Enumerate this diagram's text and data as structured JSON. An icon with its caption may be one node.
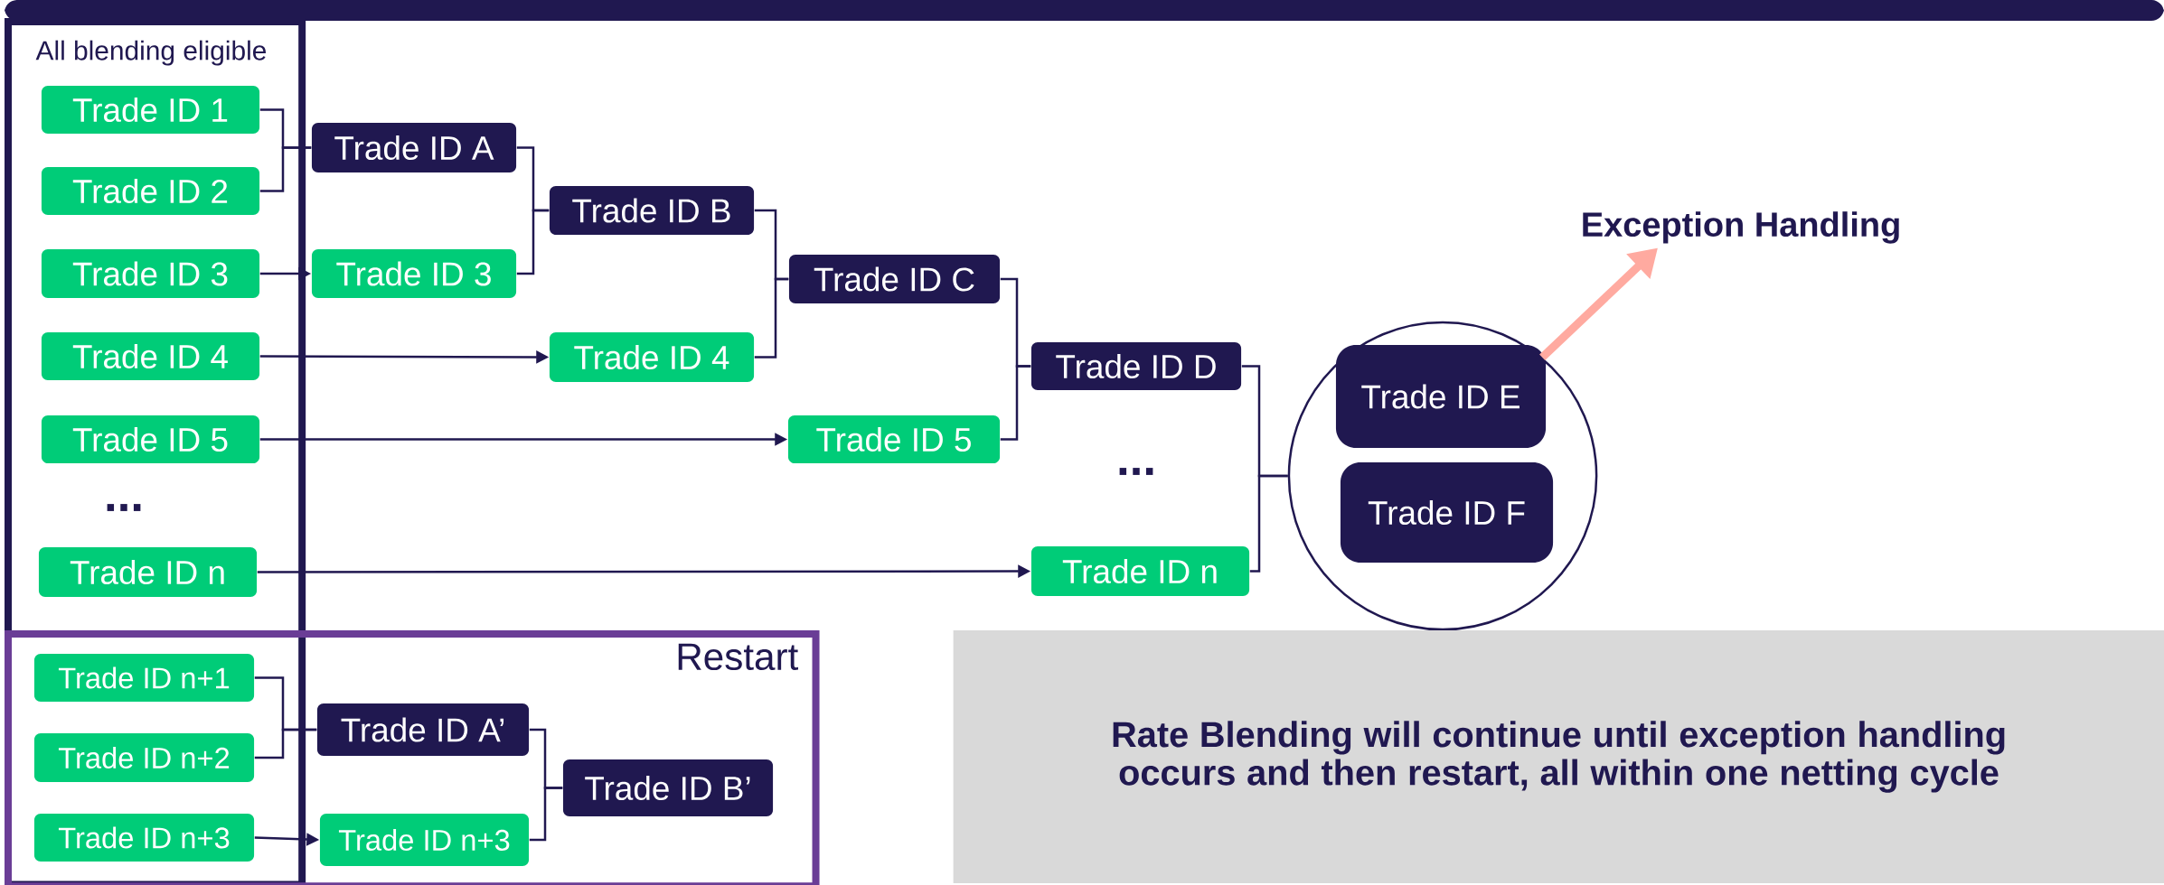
{
  "diagram": {
    "nodes": [
      {
        "text": [
          "All blending eligible"
        ]
      },
      {
        "text": [
          "Restart"
        ]
      },
      {
        "text": [
          "Trade ID 1"
        ],
        "in": 0
      },
      {
        "text": [
          "Trade ID 2"
        ],
        "in": 0
      },
      {
        "text": [
          "Trade ID 3"
        ],
        "in": 0
      },
      {
        "text": [
          "Trade ID 4"
        ],
        "in": 0
      },
      {
        "text": [
          "Trade ID 5"
        ],
        "in": 0
      },
      {
        "text": [
          "Trade ID n"
        ],
        "in": 0
      },
      {
        "text": [
          "Trade ID A"
        ]
      },
      {
        "text": [
          "Trade ID 3"
        ]
      },
      {
        "text": [
          "Trade ID B"
        ]
      },
      {
        "text": [
          "Trade ID 4"
        ]
      },
      {
        "text": [
          "Trade ID C"
        ]
      },
      {
        "text": [
          "Trade ID 5"
        ]
      },
      {
        "text": [
          "Trade ID D"
        ]
      },
      {
        "text": [
          "Trade ID n"
        ]
      },
      {
        "text": [],
        "shape": "circle"
      },
      {
        "text": [
          "Trade ID E"
        ],
        "in": 16
      },
      {
        "text": [
          "Trade ID F"
        ],
        "in": 16
      },
      {
        "text": [
          "Exception Handling"
        ]
      },
      {
        "text": [
          "Trade ID n+1"
        ]
      },
      {
        "text": [
          "Trade ID n+2"
        ]
      },
      {
        "text": [
          "Trade ID n+3"
        ]
      },
      {
        "text": [
          "Trade ID A’"
        ],
        "in": 1
      },
      {
        "text": [
          "Trade ID n+3"
        ],
        "in": 1
      },
      {
        "text": [
          "Trade ID B’"
        ],
        "in": 1
      },
      {
        "text": [
          "Rate Blending will continue until exception handling occurs and then restart, all within one netting cycle"
        ]
      }
    ],
    "edges": [
      {
        "from": 2,
        "to": 8,
        "arrow": "none"
      },
      {
        "from": 3,
        "to": 8,
        "arrow": "none"
      },
      {
        "from": 4,
        "to": 9,
        "arrow": "to"
      },
      {
        "from": 8,
        "to": 10,
        "arrow": "none"
      },
      {
        "from": 9,
        "to": 10,
        "arrow": "none"
      },
      {
        "from": 5,
        "to": 11,
        "arrow": "to"
      },
      {
        "from": 10,
        "to": 12,
        "arrow": "none"
      },
      {
        "from": 11,
        "to": 12,
        "arrow": "none"
      },
      {
        "from": 6,
        "to": 13,
        "arrow": "to"
      },
      {
        "from": 12,
        "to": 14,
        "arrow": "none"
      },
      {
        "from": 13,
        "to": 14,
        "arrow": "none"
      },
      {
        "from": 7,
        "to": 15,
        "arrow": "to"
      },
      {
        "from": 14,
        "to": 16,
        "arrow": "none"
      },
      {
        "from": 15,
        "to": 16,
        "arrow": "none"
      },
      {
        "from": 16,
        "to": 19,
        "arrow": "to",
        "style": "thick",
        "color": "#ffaaa0"
      },
      {
        "from": 20,
        "to": 23,
        "arrow": "none"
      },
      {
        "from": 21,
        "to": 23,
        "arrow": "none"
      },
      {
        "from": 22,
        "to": 24,
        "arrow": "to"
      },
      {
        "from": 23,
        "to": 25,
        "arrow": "none"
      },
      {
        "from": 24,
        "to": 25,
        "arrow": "none"
      }
    ],
    "labels": [
      "...",
      "..."
    ]
  }
}
